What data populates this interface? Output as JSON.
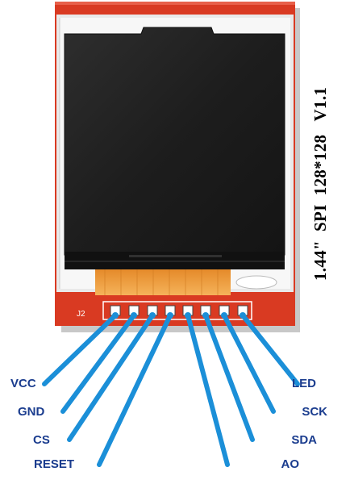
{
  "board": {
    "model_text": "1.44\"  SPI  128*128   V1.1",
    "connector_label": "J2",
    "colors": {
      "pcb_red": "#d93a22",
      "connector_blue": "#1b8fd8",
      "label_navy": "#1a3c8e",
      "flex_orange": "#f0a040",
      "screen_black": "#1c1c1c"
    }
  },
  "pins": {
    "vcc": "VCC",
    "gnd": "GND",
    "cs": "CS",
    "reset": "RESET",
    "ao": "AO",
    "sda": "SDA",
    "sck": "SCK",
    "led": "LED"
  }
}
